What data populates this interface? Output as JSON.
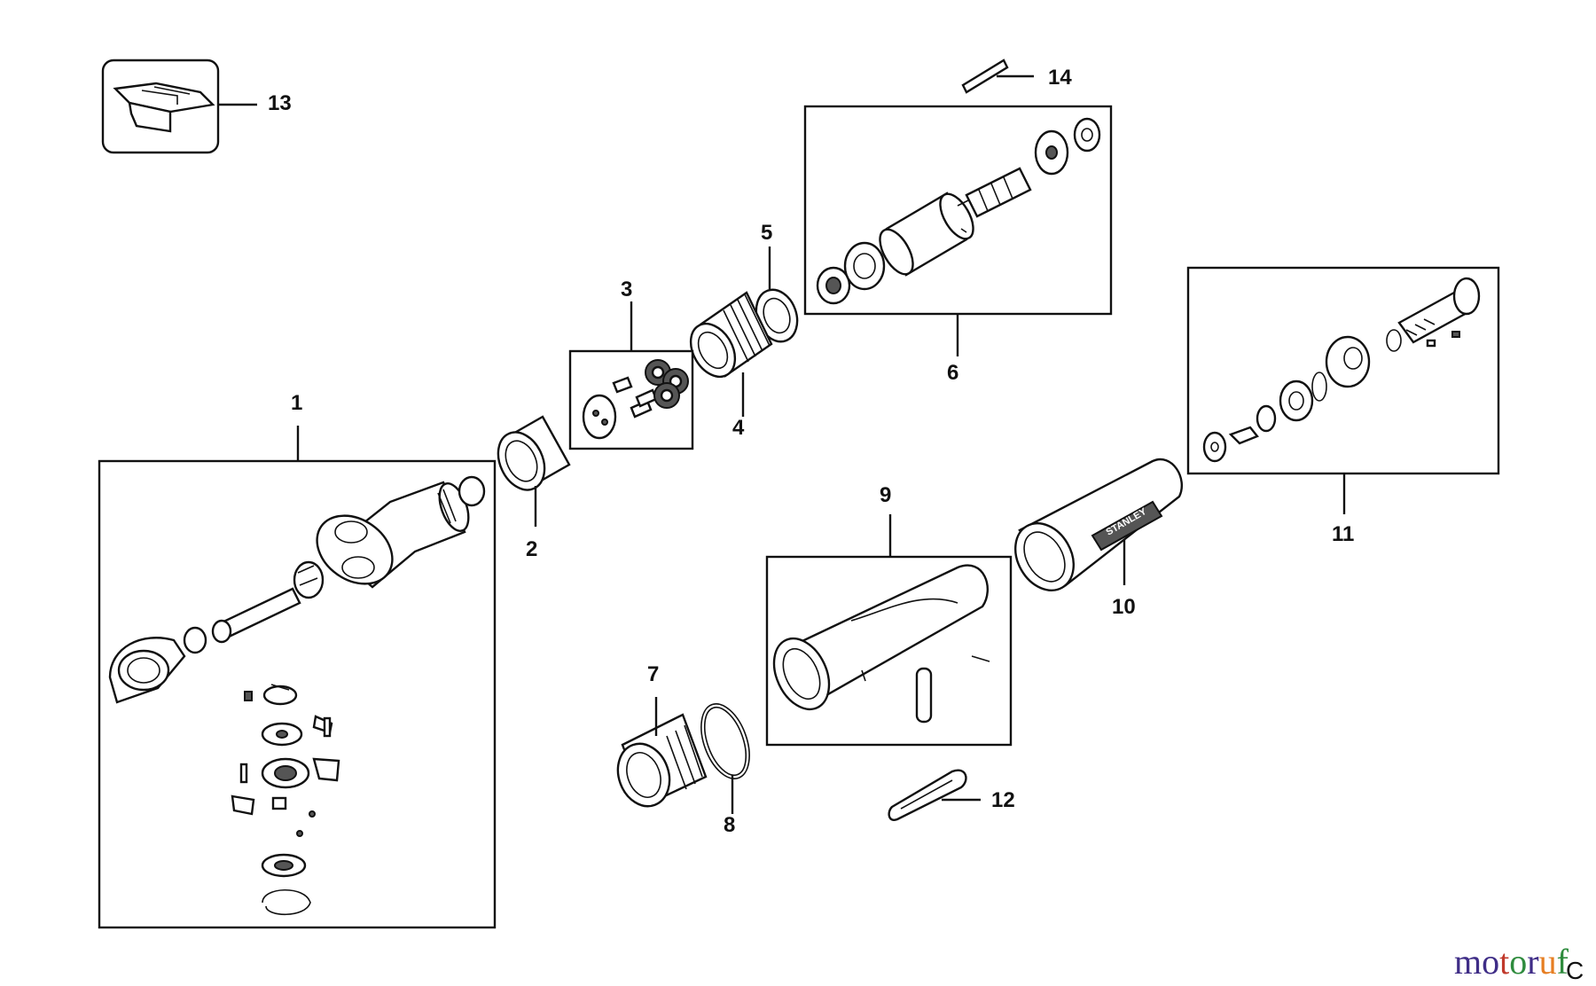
{
  "callouts": {
    "c1": "1",
    "c2": "2",
    "c3": "3",
    "c4": "4",
    "c5": "5",
    "c6": "6",
    "c7": "7",
    "c8": "8",
    "c9": "9",
    "c10": "10",
    "c11": "11",
    "c12": "12",
    "c13": "13",
    "c14": "14"
  },
  "brand_on_part": "STANLEY",
  "watermark": {
    "m": "m",
    "o1": "o",
    "t": "t",
    "o2": "o",
    "r": "r",
    "u": "u",
    "f": "f",
    "corner": "C"
  },
  "colors": {
    "ink": "#111111",
    "wm_purple": "#3f2d87",
    "wm_red": "#c0392b",
    "wm_green": "#2e8b3d",
    "wm_orange": "#e67e22"
  }
}
